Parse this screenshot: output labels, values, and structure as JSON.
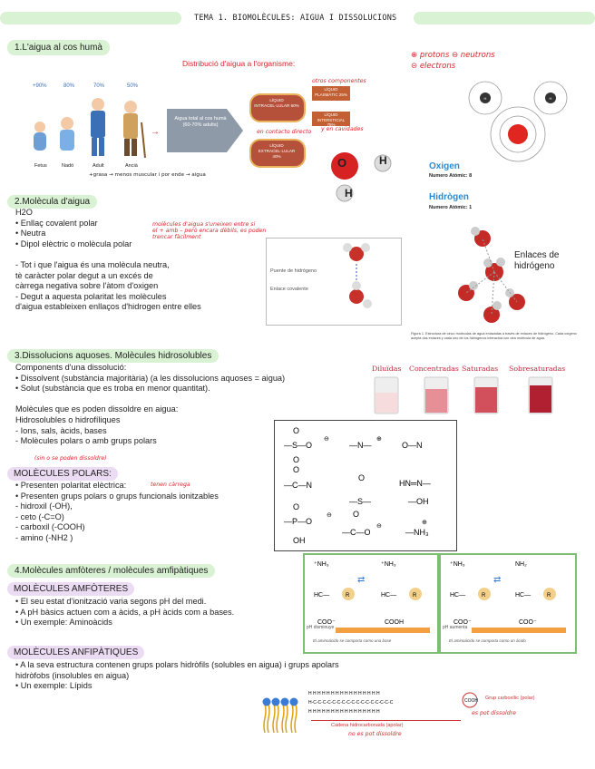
{
  "header": {
    "title": "TEMA 1. BIOMOLÈCULES: AIGUA I DISSOLUCIONS"
  },
  "s1": {
    "heading": "1.L'aigua al cos humà",
    "diagram_title": "Distribució d'aigua a l'organisme:",
    "percents": [
      "+90%",
      "80%",
      "70%",
      "50%"
    ],
    "people": [
      "Fetus",
      "Nadó",
      "Adult",
      "Ancià"
    ],
    "note_bottom": "+grasa → menos muscular i por ende → aigua",
    "box_total": "Aigua total al cos humà (60-70% adults)",
    "box_intra": "LÍQUID INTRACEL·LULAR 60%",
    "box_extra": "LÍQUID EXTRACEL·LULAR 40%",
    "box_plasma": "LÍQUID PLASMÀTIC 25%",
    "box_inter": "LÍQUID INTERSTICIAL 75%",
    "note_otros": "otros componentes",
    "note_cavidades": "y en cavidades",
    "note_contacto": "en contacto directo",
    "note_caps": "⊕ protons  ⊖ neutrons\n⊝ electrons",
    "atom_oxygen": "Oxigen",
    "atom_oxygen_num": "Numero Atómic: 8",
    "atom_hydrogen": "Hidrògen",
    "atom_hydrogen_num": "Numero Atómic: 1",
    "mol_O": "O",
    "mol_H": "H"
  },
  "s2": {
    "heading": "2.Molècula d'aigua",
    "text": "H2O\n• Enllaç covalent polar\n• Neutra\n• Dipol elèctric o molècula polar\n\n- Tot i que l'aigua és una molècula neutra,\ntè caràcter polar degut a un excés de\ncàrrega negativa sobre l'àtom d'oxigen\n- Degut a aquesta polaritat les molècules\nd'aigua estableixen enllaços d'hidrogen entre elles",
    "note_red": "molècules d'aigua s'uneixen entre si\nel + amb – però encara dèbils, es poden\ntrencar fàcilment",
    "label_bridge": "Puente de hidrógeno",
    "label_cov": "Enlace covalente",
    "enlaces": "Enlaces de\nhidrógeno",
    "figure_caption": "Figura 1. Estructura de cinco moléculas de agua enlazadas a través de enlaces de hidrógeno. Cada oxígeno acepta dos enlaces y cada uno de los hidrógenos interactúa con otra molécula de agua."
  },
  "s3": {
    "heading": "3.Dissolucions aquoses. Molècules hidrosolubles",
    "text": "Components d'una dissolució:\n• Dissolvent (substància majoritària) (a les dissolucions aquoses = aigua)\n• Solut (substància que es troba en menor quantitat).\n\nMolècules que es poden dissoldre en aigua:\nHidrosolubles o hidrofíliques\n- Ions, sals, àcids, bases\n- Molècules polars o amb grups polars",
    "note_red": "(sin o se poden dissoldre)",
    "glasses": [
      "Diluïdas",
      "Concentradas",
      "Saturadas",
      "Sobresaturadas"
    ],
    "polar_heading": "MOLÈCULES POLARS:",
    "polar_text": "• Presenten polaritat elèctrica:\n• Presenten grups polars o grups funcionals ionitzables\n- hidroxil (-OH),\n- ceto (-C=O)\n- carboxil (-COOH)\n- amino (-NH2 )",
    "polar_note": "tenen càrrega"
  },
  "s4": {
    "heading": "4.Molècules amfòteres / molècules amfipàtiques",
    "amf_heading": "MOLÈCULES AMFÒTERES",
    "amf_text": "• El seu estat d'ionització varia segons pH del medi.\n• A pH bàsics actuen com a àcids, a pH àcids com a bases.\n• Un exemple: Aminoàcids",
    "anf_heading": "MOLÈCULES ANFIPÀTIQUES",
    "anf_text": "• A la seva estructura contenen grups polars hidròfils (solubles en aigua) i grups apolars\nhidròfobs (insolubles en aigua)\n• Un exemple: Lípids",
    "ph_down": "pH disminuye",
    "ph_up": "pH aumenta",
    "base_caption": "El aminoácido se comporta como una base",
    "acid_caption": "El aminoácido se comporta como un ácido",
    "label_carboxil": "Grup carboxílic (polar)",
    "label_cadena": "Cadena hidrocarbonada (apolar)",
    "note_pol": "es pot dissoldre",
    "note_nopol": "no es pot dissoldre"
  }
}
